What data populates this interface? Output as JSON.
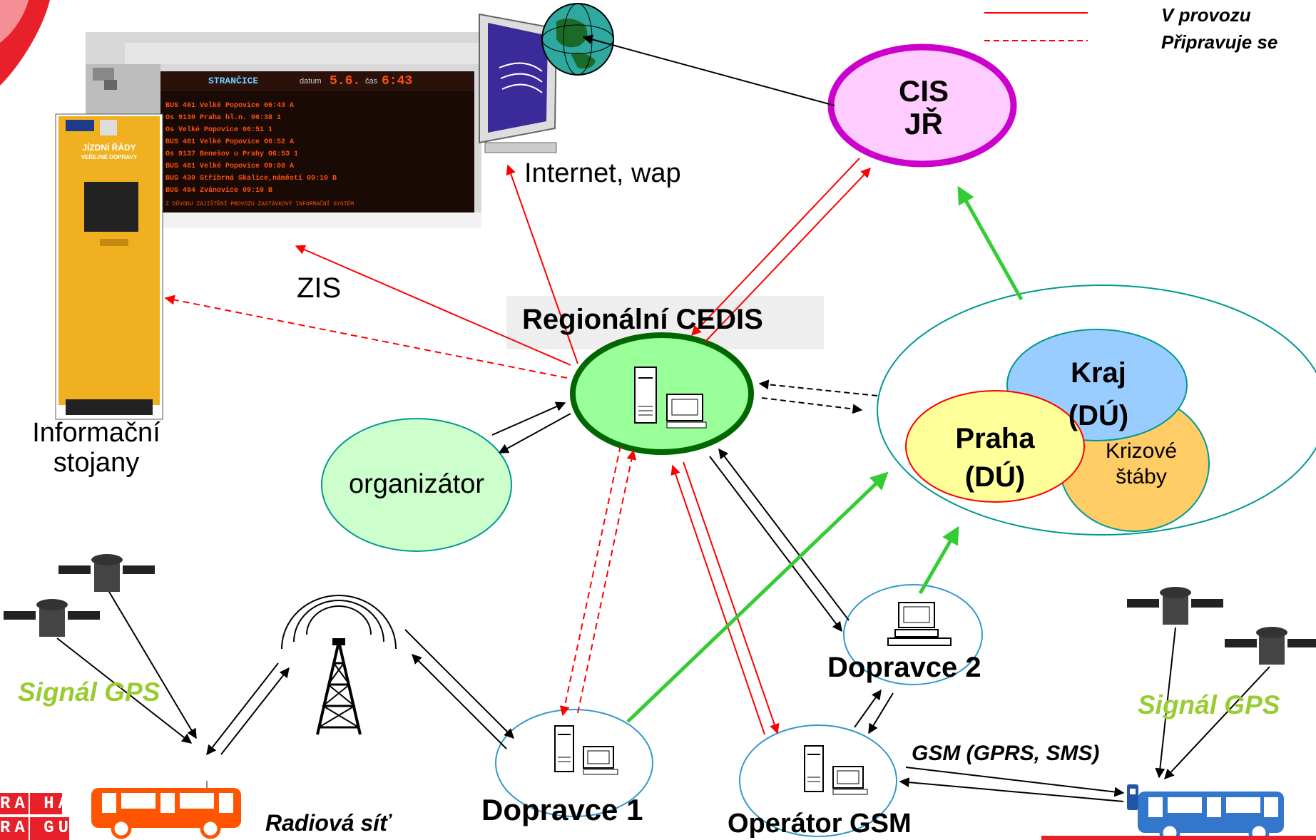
{
  "legend": {
    "solid_label": "V provozu",
    "dashed_label": "Připravuje se",
    "solid_color": "#ff0000",
    "dashed_color": "#ff0000"
  },
  "nodes": {
    "cis_line1": "CIS",
    "cis_line2": "JŘ",
    "internet": "Internet, wap",
    "zis": "ZIS",
    "regional_cedis": "Regionální CEDIS",
    "info_stands_line1": "Informační",
    "info_stands_line2": "stojany",
    "organizator": "organizátor",
    "kraj_line1": "Kraj",
    "kraj_line2": "(DÚ)",
    "praha_line1": "Praha",
    "praha_line2": "(DÚ)",
    "krizove_line1": "Krizové",
    "krizove_line2": "štáby",
    "dopravce1": "Dopravce 1",
    "dopravce2": "Dopravce 2",
    "operator_gsm": "Operátor GSM",
    "gps_left": "Signál GPS",
    "gps_right": "Signál GPS",
    "radio": "Radiová síť",
    "gsm": "GSM (GPRS, SMS)"
  },
  "board": {
    "station": "STRANČICE",
    "date_label": "datum",
    "date": "5.6.",
    "time_label": "čas",
    "time": "6:43",
    "rows": [
      "BUS  461 Velké Popovice          06:43 A",
      "Os  9130 Praha hl.n.             06:38 1",
      "Os       Velké Popovice           06:51 1",
      "BUS  461 Velké Popovice           06:52 A",
      "Os  9137 Benešov u Prahy          06:53 1",
      "BUS  461 Velké Popovice           09:08 A",
      "BUS  430 Stříbrná Skalice,náměstí 09:10 B",
      "BUS  494 Zvánovice                09:10 B"
    ],
    "footer": "Z DŮVODU ZAJIŠTĚNÍ PROVOZU ZASTÁVKOVÝ INFORMAČNÍ SYSTÉM"
  },
  "kiosk": {
    "title_line1": "JÍZDNÍ ŘÁDY",
    "title_line2": "VEŘEJNÉ DOPRAVY"
  },
  "logo": {
    "row1": "RA HA",
    "row2": "RA GUE"
  },
  "colors": {
    "red": "#ff0000",
    "green": "#33cc33",
    "cis_fill": "#ffccff",
    "cis_stroke": "#cc00cc",
    "cedis_fill": "#99ff99",
    "cedis_stroke": "#006600",
    "kraj_fill": "#99ccff",
    "praha_fill": "#ffff99",
    "krizove_fill": "#ffcc66",
    "teal": "#00998f",
    "gps_text": "#99cc33",
    "bus_left": "#ff5500",
    "bus_right": "#3377cc",
    "kiosk": "#f0b020",
    "board_text": "#ff5010"
  }
}
